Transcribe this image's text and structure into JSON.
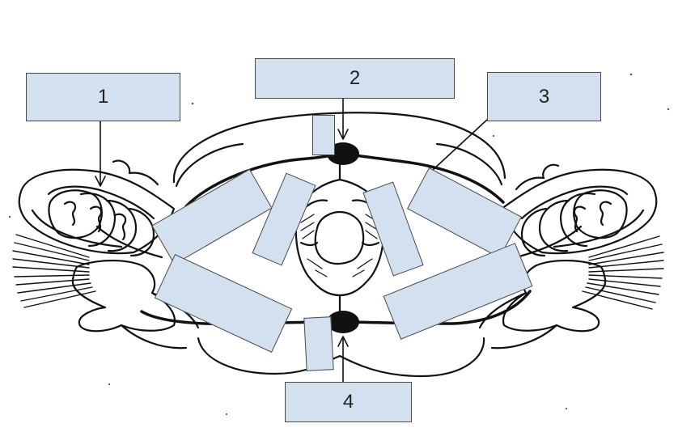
{
  "diagram": {
    "labels": {
      "label_1": "1",
      "label_2": "2",
      "label_3": "3",
      "label_4": "4"
    },
    "colors": {
      "box_fill": "#d3e0ef",
      "line": "#111111"
    }
  }
}
